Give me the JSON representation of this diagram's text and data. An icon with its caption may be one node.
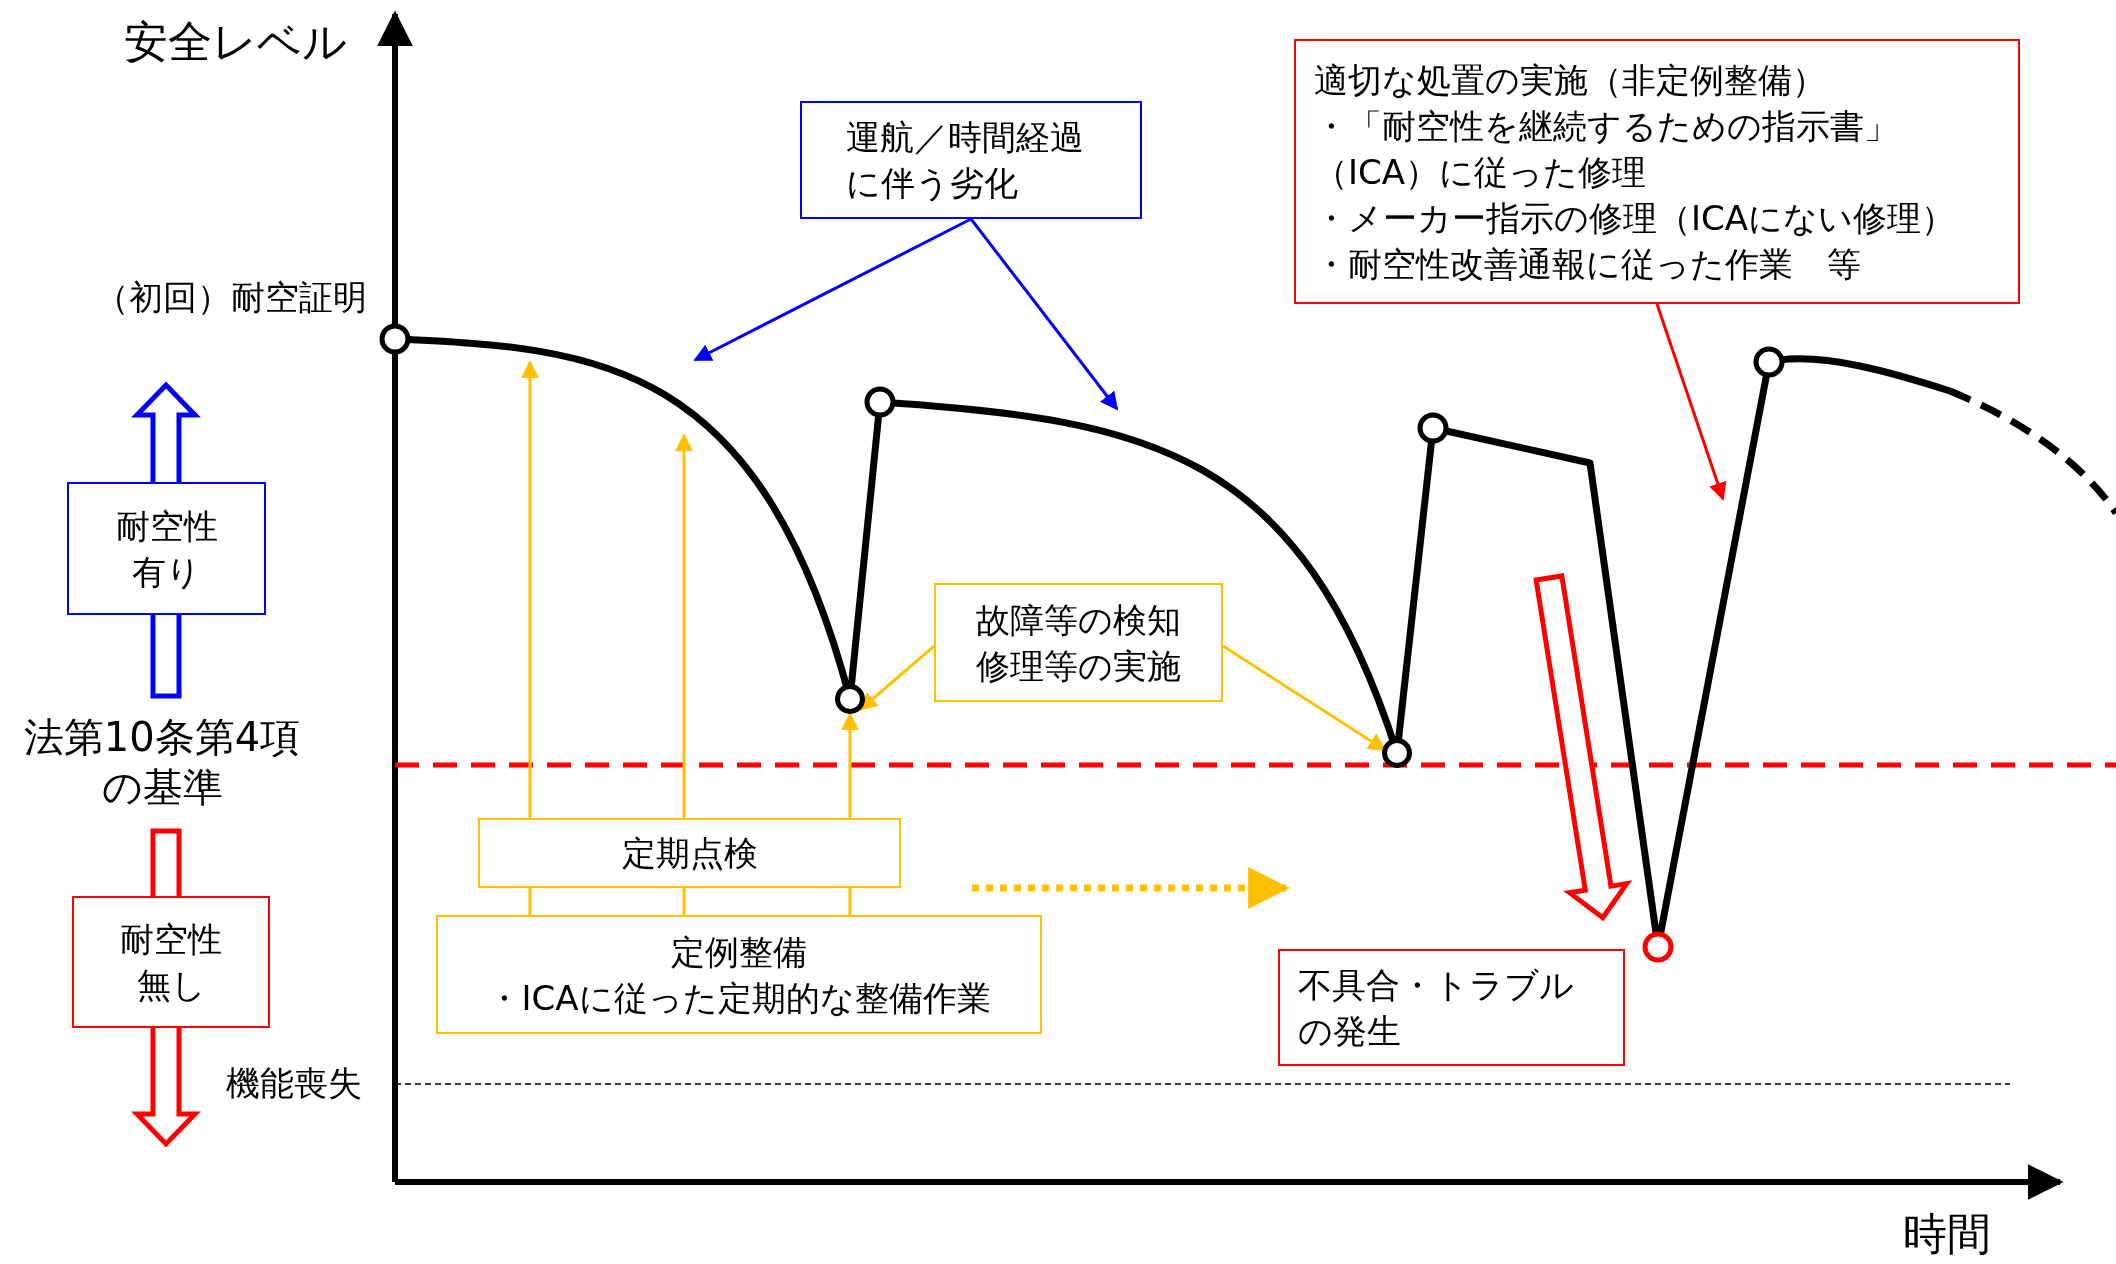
{
  "diagram": {
    "nodes": [
      {
        "text": [
          "運航／時間経過に伴う劣化"
        ]
      },
      {
        "text": [
          "故障等の検知修理等の実施"
        ]
      },
      {
        "text": [
          "定期点検"
        ]
      },
      {
        "text": [
          "定例整備",
          "・ICAに従った定期的な整備作業"
        ]
      },
      {
        "text": [
          "適切な処置の実施（非定例整備）",
          "・「耐空性を継続するための指示書」（ICA）に従った修理",
          "・メーカー指示の修理（ICAにない修理）",
          "・耐空性改善通報に従った作業　等"
        ]
      },
      {
        "text": [
          "不具合・トラブルの発生"
        ]
      },
      {
        "text": [
          "耐空性有り"
        ]
      },
      {
        "text": [
          "耐空性無し"
        ]
      },
      {
        "text": [],
        "shape": "circle"
      },
      {
        "text": [],
        "shape": "circle"
      }
    ],
    "edges": [
      {
        "from": 0,
        "to": null,
        "arrow": "to",
        "color": "#0000ff"
      },
      {
        "from": 0,
        "to": null,
        "arrow": "to",
        "color": "#0000ff"
      },
      {
        "from": 1,
        "to": 8,
        "arrow": "to"
      },
      {
        "from": 1,
        "to": 9,
        "arrow": "to"
      },
      {
        "from": 2,
        "to": null,
        "arrow": "to"
      },
      {
        "from": 2,
        "to": null,
        "arrow": "to"
      },
      {
        "from": 2,
        "to": 8,
        "arrow": "to"
      },
      {
        "from": 3,
        "to": 2,
        "arrow": "none"
      },
      {
        "from": 3,
        "to": 2,
        "arrow": "none"
      },
      {
        "from": 3,
        "to": 2,
        "arrow": "none"
      },
      {
        "from": 4,
        "to": null,
        "arrow": "to",
        "color": "#ff0000"
      }
    ],
    "labels": [
      "安全レベル",
      "（初回）耐空証明",
      "法第10条第4項の基準",
      "機能喪失",
      "時間"
    ]
  }
}
